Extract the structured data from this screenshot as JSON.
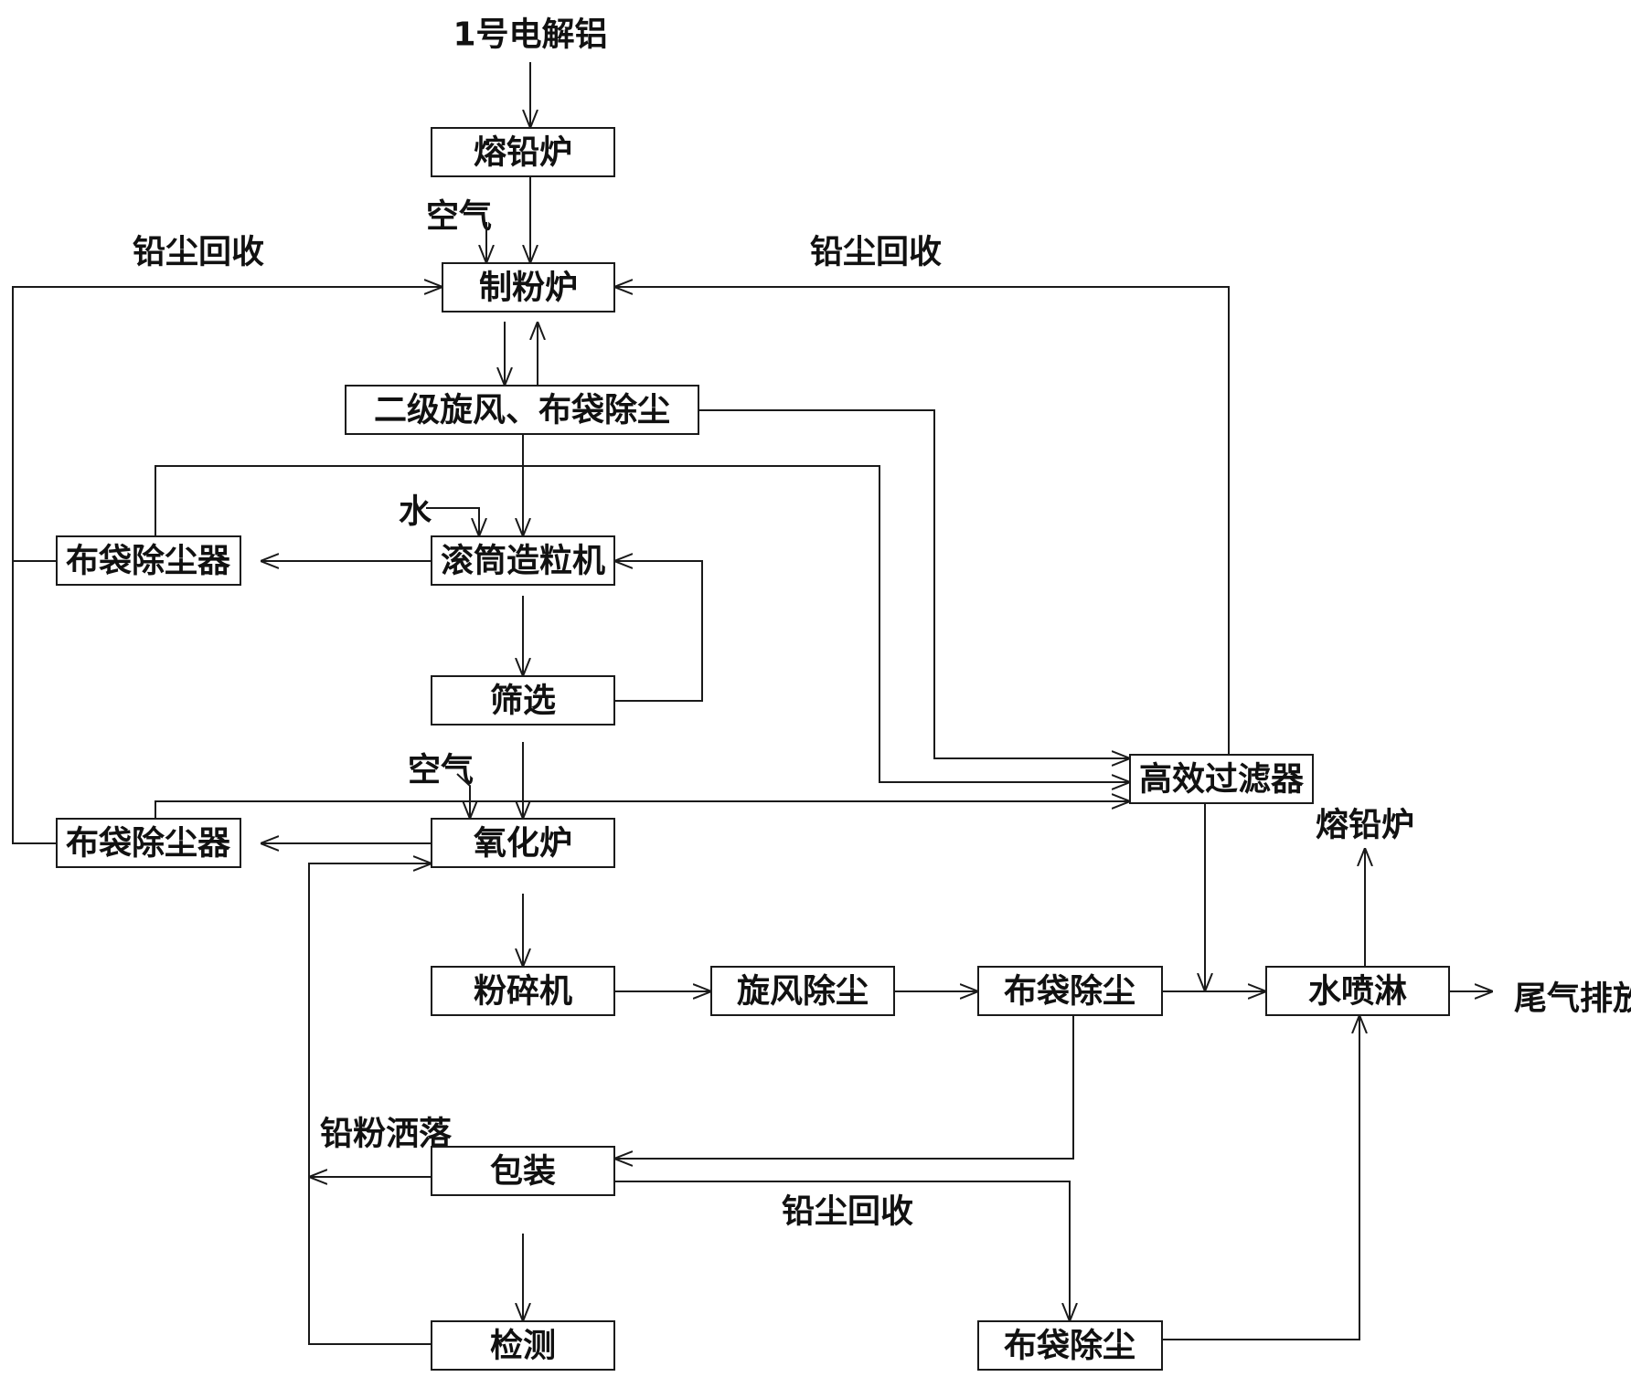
{
  "title": "1号电解铝",
  "boxes": {
    "melting_furnace_top": "熔铅炉",
    "powder_furnace": "制粉炉",
    "cyclone_bag_dust": "二级旋风、布袋除尘",
    "bag_collector_upper": "布袋除尘器",
    "drum_granulator": "滚筒造粒机",
    "screening": "筛选",
    "high_eff_filter": "高效过滤器",
    "bag_collector_lower": "布袋除尘器",
    "oxidation_furnace": "氧化炉",
    "crusher": "粉碎机",
    "cyclone_dust": "旋风除尘",
    "bag_dust_mid": "布袋除尘",
    "water_spray": "水喷淋",
    "packaging": "包装",
    "testing": "检测",
    "bag_dust_bottom": "布袋除尘"
  },
  "labels": {
    "air_top": "空气",
    "lead_dust_recovery_left": "铅尘回收",
    "lead_dust_recovery_right": "铅尘回收",
    "water": "水",
    "air_mid": "空气",
    "melting_furnace_right": "熔铅炉",
    "exhaust": "尾气排放",
    "lead_powder_spill": "铅粉洒落",
    "lead_dust_recovery_bottom": "铅尘回收"
  }
}
